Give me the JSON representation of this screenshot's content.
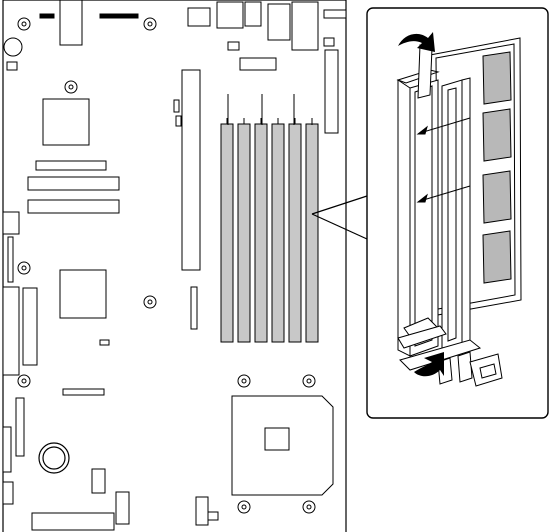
{
  "figure": {
    "kind": "technical-line-drawing",
    "subject": "server-motherboard-memory-installation",
    "colors": {
      "line": "#000000",
      "background": "#ffffff",
      "dimm_fill": "#c8c8c8",
      "chip_fill": "#b8b8b8",
      "component_fill": "#ffffff"
    }
  },
  "board": {
    "dimm_slot_count": 6,
    "callout_arrow_count": 4
  },
  "detail_view": {
    "memory_chip_count": 4,
    "latch_arrow_count": 2,
    "insert_arrow_count": 2
  }
}
